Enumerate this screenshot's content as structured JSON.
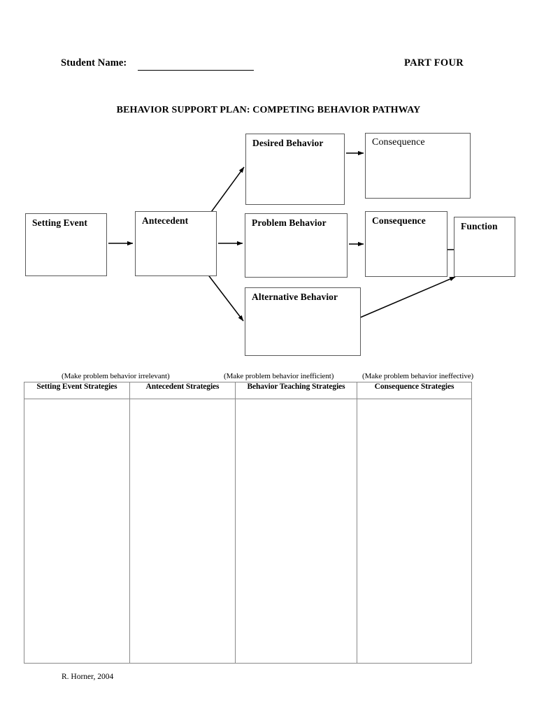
{
  "header": {
    "student_name_label": "Student Name:",
    "student_name_value": "",
    "part_label": "PART FOUR",
    "document_title": "BEHAVIOR SUPPORT PLAN: COMPETING BEHAVIOR PATHWAY"
  },
  "flowchart": {
    "nodes": [
      {
        "id": "setting-event",
        "label": "Setting Event"
      },
      {
        "id": "antecedent",
        "label": "Antecedent"
      },
      {
        "id": "desired-behavior",
        "label": "Desired Behavior"
      },
      {
        "id": "problem-behavior",
        "label": "Problem Behavior"
      },
      {
        "id": "alternative-behavior",
        "label": "Alternative Behavior"
      },
      {
        "id": "consequence-top",
        "label": "Consequence"
      },
      {
        "id": "consequence-bottom",
        "label": "Consequence"
      },
      {
        "id": "function",
        "label": "Function"
      }
    ],
    "connections": [
      {
        "from": "setting-event",
        "to": "antecedent",
        "style": "arrow-horizontal"
      },
      {
        "from": "antecedent",
        "to": "desired-behavior",
        "style": "arrow-diagonal-up"
      },
      {
        "from": "antecedent",
        "to": "problem-behavior",
        "style": "arrow-horizontal"
      },
      {
        "from": "antecedent",
        "to": "alternative-behavior",
        "style": "arrow-diagonal-down"
      },
      {
        "from": "desired-behavior",
        "to": "consequence-top",
        "style": "arrow-horizontal"
      },
      {
        "from": "problem-behavior",
        "to": "consequence-bottom",
        "style": "arrow-horizontal"
      },
      {
        "from": "consequence-bottom",
        "to": "function",
        "style": "line-horizontal"
      },
      {
        "from": "alternative-behavior",
        "to": "function",
        "style": "arrow-diagonal-up"
      }
    ]
  },
  "strategy_table": {
    "parentheticals": [
      "(Make problem behavior irrelevant)",
      "(Make problem behavior inefficient)",
      "(Make problem behavior ineffective)"
    ],
    "columns": [
      "Setting Event Strategies",
      "Antecedent Strategies",
      "Behavior Teaching Strategies",
      "Consequence Strategies"
    ],
    "rows": [
      [
        "",
        "",
        "",
        ""
      ]
    ]
  },
  "footer": {
    "credit": "R. Horner, 2004"
  },
  "colors": {
    "page_background": "#ffffff",
    "text": "#000000",
    "box_border": "#5a5a5a",
    "table_border": "#8a8a8a",
    "connector": "#000000"
  }
}
